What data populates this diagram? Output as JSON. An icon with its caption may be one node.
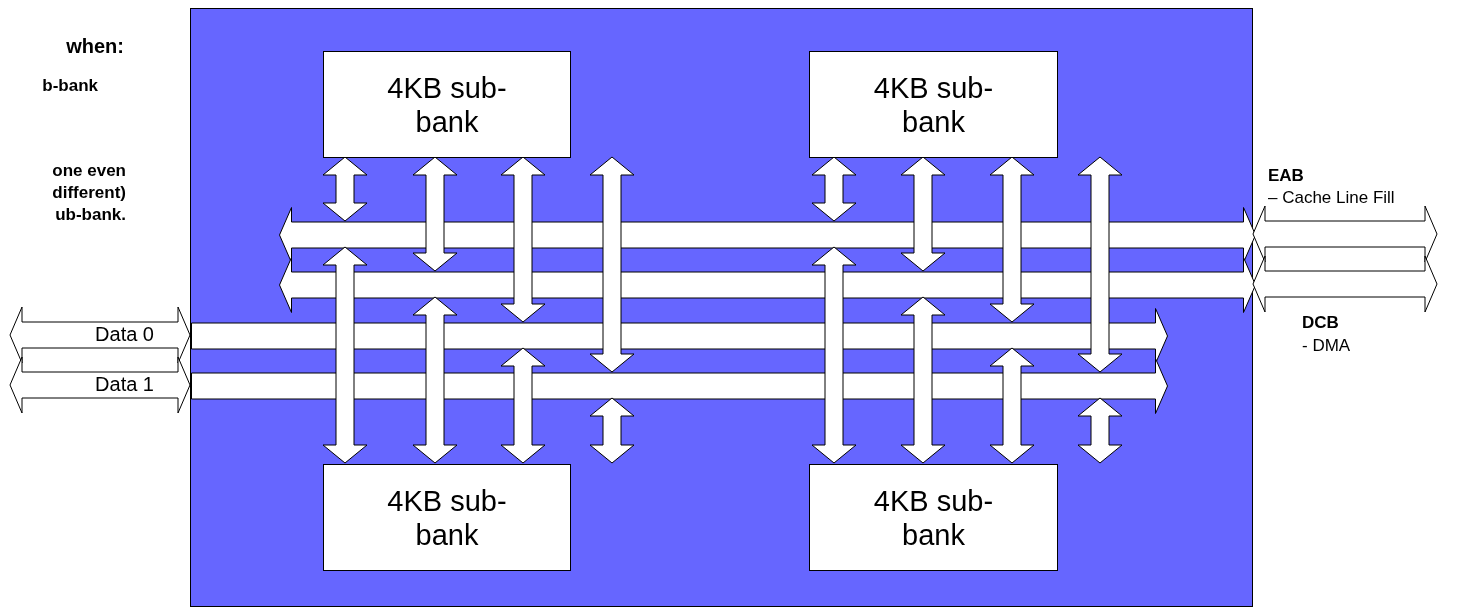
{
  "diagram": {
    "nodes": [
      {
        "text": [],
        "shape": "box"
      },
      {
        "text": [
          "4KB sub-bank"
        ],
        "in": 0
      },
      {
        "text": [
          "4KB sub-bank"
        ],
        "in": 0
      },
      {
        "text": [
          "4KB sub-bank"
        ],
        "in": 0
      },
      {
        "text": [
          "4KB sub-bank"
        ],
        "in": 0
      },
      {
        "text": [],
        "shape": "bar",
        "in": 0
      },
      {
        "text": [],
        "shape": "bar",
        "in": 0
      },
      {
        "text": [],
        "shape": "bar",
        "in": 0
      },
      {
        "text": [],
        "shape": "bar",
        "in": 0
      }
    ],
    "edges": [
      {
        "from": 1,
        "to": 5,
        "arrow": "both"
      },
      {
        "from": 1,
        "to": 6,
        "arrow": "both"
      },
      {
        "from": 1,
        "to": 7,
        "arrow": "both"
      },
      {
        "from": 1,
        "to": 8,
        "arrow": "both"
      },
      {
        "from": 5,
        "to": 3,
        "arrow": "both"
      },
      {
        "from": 6,
        "to": 3,
        "arrow": "both"
      },
      {
        "from": 7,
        "to": 3,
        "arrow": "both"
      },
      {
        "from": 8,
        "to": 3,
        "arrow": "both"
      },
      {
        "from": 2,
        "to": 5,
        "arrow": "both"
      },
      {
        "from": 2,
        "to": 6,
        "arrow": "both"
      },
      {
        "from": 2,
        "to": 7,
        "arrow": "both"
      },
      {
        "from": 2,
        "to": 8,
        "arrow": "both"
      },
      {
        "from": 5,
        "to": 4,
        "arrow": "both"
      },
      {
        "from": 6,
        "to": 4,
        "arrow": "both"
      },
      {
        "from": 7,
        "to": 4,
        "arrow": "both"
      },
      {
        "from": 8,
        "to": 4,
        "arrow": "both"
      },
      {
        "from": 7,
        "to": null,
        "arrow": "both",
        "label": "Data 0"
      },
      {
        "from": 8,
        "to": null,
        "arrow": "both",
        "label": "Data 1"
      },
      {
        "from": 5,
        "to": null,
        "arrow": "both"
      },
      {
        "from": 6,
        "to": null,
        "arrow": "both"
      }
    ],
    "labels": [
      "when:",
      "b-bank",
      "one even different) ub-bank.",
      "EAB",
      "– Cache Line Fill",
      "DCB",
      "- DMA"
    ]
  }
}
